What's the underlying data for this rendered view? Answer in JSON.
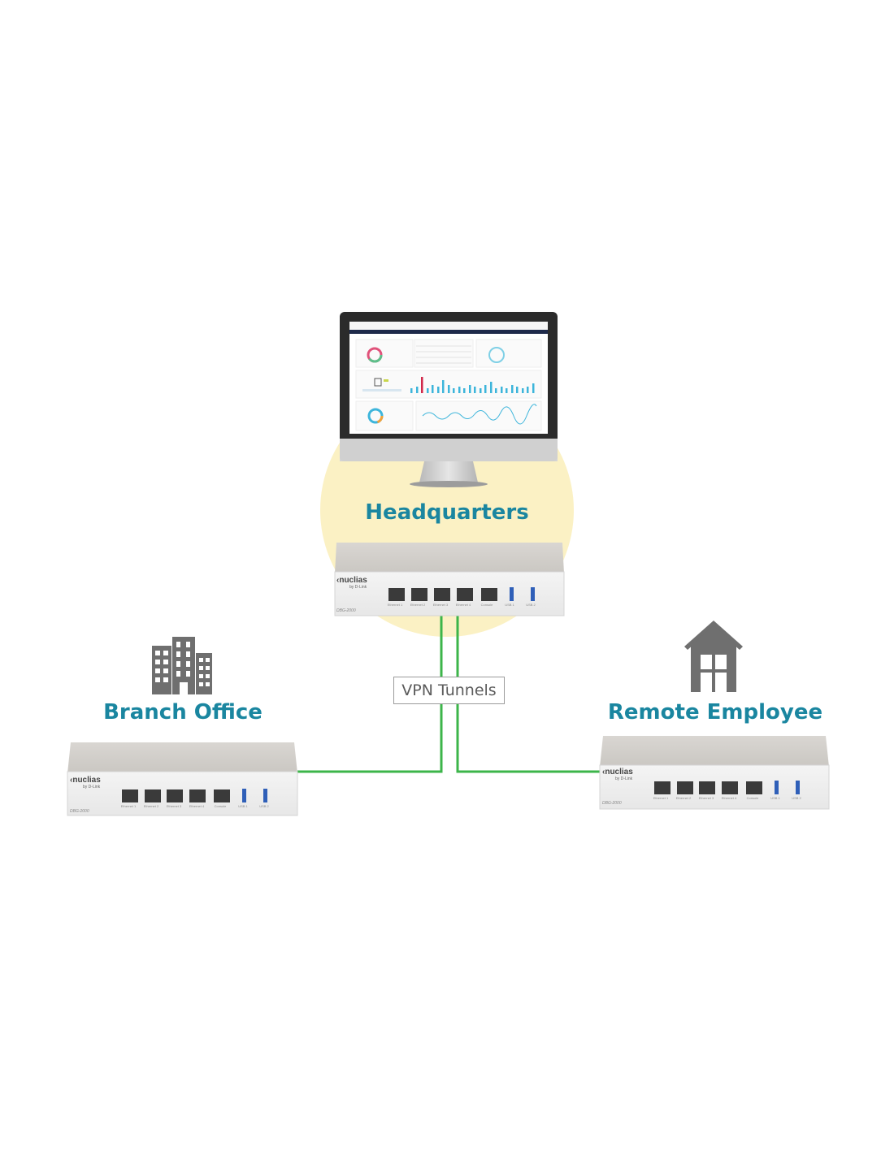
{
  "labels": {
    "headquarters": "Headquarters",
    "branch_office": "Branch Office",
    "remote_employee": "Remote Employee",
    "vpn_tunnels": "VPN Tunnels"
  },
  "device": {
    "brand": "nuclias",
    "brand_sub": "by D-Link",
    "model": "DBG-2000",
    "ports": [
      "Ethernet 1",
      "Ethernet 2",
      "Ethernet 3",
      "Ethernet 4",
      "Console"
    ],
    "usb_ports": [
      "USB 1",
      "USB 2"
    ]
  },
  "colors": {
    "label_teal": "#1a86a0",
    "link_green": "#3cb54a",
    "hq_glow": "#fbf1c4",
    "icon_gray": "#6f6f6f"
  },
  "icons": [
    "office-building-icon",
    "house-icon",
    "monitor-icon",
    "gateway-device-icon"
  ]
}
